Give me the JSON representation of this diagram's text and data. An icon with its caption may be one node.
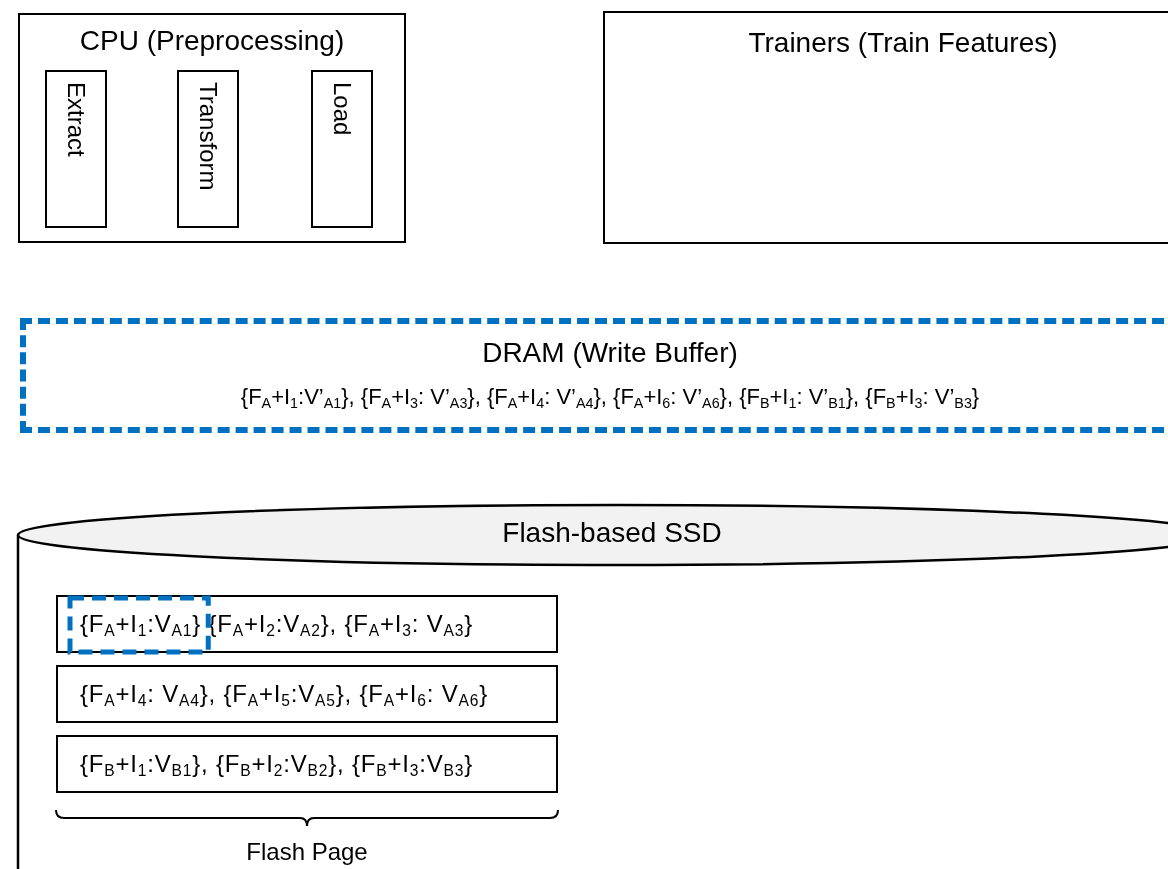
{
  "diagram": {
    "nodes": [
      {
        "text": [
          "CPU (Preprocessing)"
        ]
      },
      {
        "text": [
          "Extract"
        ],
        "in": 0
      },
      {
        "text": [
          "Transform"
        ],
        "in": 0
      },
      {
        "text": [
          "Load"
        ],
        "in": 0
      },
      {
        "text": [
          "Trainers (Train Features)"
        ]
      },
      {
        "text": [
          "DRAM (Write Buffer)",
          "{F$_{A}$+I$_{1}$:V’$_{A1}$}, {F$_{A}$+I$_{3}$: V’$_{A3}$}, {F$_{A}$+I$_{4}$: V’$_{A4}$}, {F$_{A}$+I$_{6}$: V’$_{A6}$}, {F$_{B}$+I$_{1}$: V’$_{B1}$}, {F$_{B}$+I$_{3}$: V’$_{B3}$}"
        ]
      },
      {
        "text": [
          "Flash-based SSD"
        ]
      },
      {
        "text": [
          "{F$_{A}$+I$_{1}$:V$_{A1}$} {F$_{A}$+I$_{2}$:V$_{A2}$}, {F$_{A}$+I$_{3}$: V$_{A3}$}"
        ],
        "in": 6
      },
      {
        "text": [
          "{F$_{A}$+I$_{4}$: V$_{A4}$}, {F$_{A}$+I$_{5}$:V$_{A5}$}, {F$_{A}$+I$_{6}$: V$_{A6}$}"
        ],
        "in": 6
      },
      {
        "text": [
          "{F$_{B}$+I$_{1}$:V$_{B1}$}, {F$_{B}$+I$_{2}$:V$_{B2}$}, {F$_{B}$+I$_{3}$:V$_{B3}$}"
        ],
        "in": 6
      }
    ],
    "labels": [
      "Flash Page"
    ]
  }
}
